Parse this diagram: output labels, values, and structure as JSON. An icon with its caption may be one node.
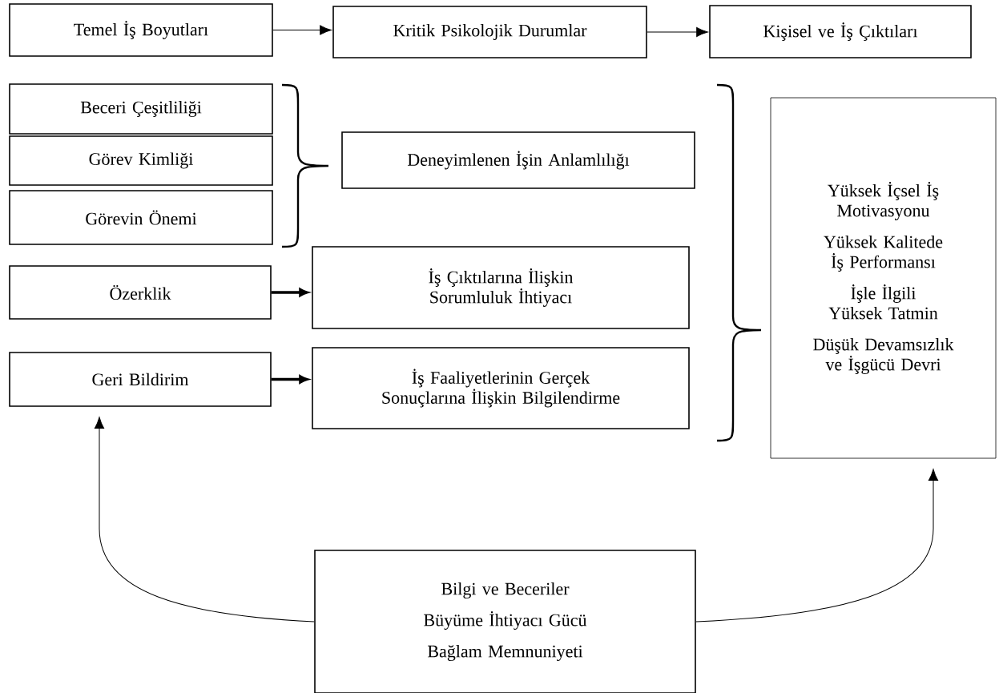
{
  "diagram": {
    "nodes": [
      {
        "text": [
          "Temel İş Boyutları"
        ]
      },
      {
        "text": [
          "Kritik Psikolojik Durumlar"
        ]
      },
      {
        "text": [
          "Kişisel ve İş Çıktıları"
        ]
      },
      {
        "text": [
          "Beceri Çeşitliliği"
        ]
      },
      {
        "text": [
          "Görev Kimliği"
        ]
      },
      {
        "text": [
          "Görevin Önemi"
        ]
      },
      {
        "text": [
          "Deneyimlenen İşin Anlamlılığı"
        ]
      },
      {
        "text": [
          "Özerklik"
        ]
      },
      {
        "text": [
          "İş Çıktılarına İlişkin Sorumluluk İhtiyacı"
        ]
      },
      {
        "text": [
          "Geri Bildirim"
        ]
      },
      {
        "text": [
          "İş Faaliyetlerinin Gerçek Sonuçlarına İlişkin Bilgilendirme"
        ]
      },
      {
        "text": [
          "Yüksek İçsel İş Motivasyonu",
          "Yüksek Kalitede İş Performansı",
          "İşle İlgili Yüksek Tatmin",
          "Düşük Devamsızlık ve İşgücü Devri"
        ]
      },
      {
        "text": [
          "Bilgi ve Beceriler",
          "Büyüme İhtiyacı Gücü",
          "Bağlam Memnuniyeti"
        ]
      }
    ],
    "edges": [
      {
        "from": 0,
        "to": 1,
        "arrow": "to"
      },
      {
        "from": 1,
        "to": 2,
        "arrow": "to"
      },
      {
        "from": 7,
        "to": 8,
        "arrow": "to",
        "style": "thick"
      },
      {
        "from": 9,
        "to": 10,
        "arrow": "to",
        "style": "thick"
      },
      {
        "from": 12,
        "to": 9,
        "arrow": "to"
      },
      {
        "from": 12,
        "to": 11,
        "arrow": "to"
      }
    ]
  }
}
